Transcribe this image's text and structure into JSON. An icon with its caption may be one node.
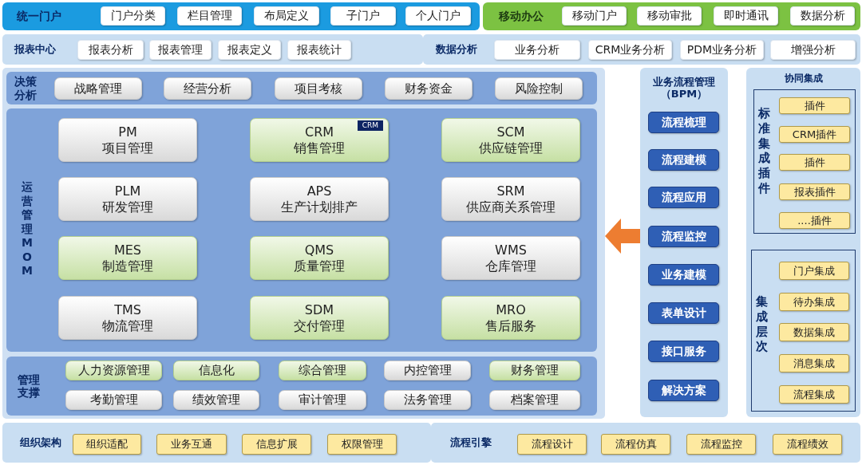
{
  "diagram": {
    "nodes": [
      {
        "text": [
          "统一门户"
        ]
      },
      {
        "text": [
          "门户分类"
        ],
        "in": 0
      },
      {
        "text": [
          "栏目管理"
        ],
        "in": 0
      },
      {
        "text": [
          "布局定义"
        ],
        "in": 0
      },
      {
        "text": [
          "子门户"
        ],
        "in": 0
      },
      {
        "text": [
          "个人门户"
        ],
        "in": 0
      },
      {
        "text": [
          "移动办公"
        ]
      },
      {
        "text": [
          "移动门户"
        ],
        "in": 6
      },
      {
        "text": [
          "移动审批"
        ],
        "in": 6
      },
      {
        "text": [
          "即时通讯"
        ],
        "in": 6
      },
      {
        "text": [
          "数据分析"
        ],
        "in": 6
      },
      {
        "text": [
          "报表中心"
        ]
      },
      {
        "text": [
          "报表分析"
        ],
        "in": 11
      },
      {
        "text": [
          "报表管理"
        ],
        "in": 11
      },
      {
        "text": [
          "报表定义"
        ],
        "in": 11
      },
      {
        "text": [
          "报表统计"
        ],
        "in": 11
      },
      {
        "text": [
          "数据分析"
        ]
      },
      {
        "text": [
          "业务分析"
        ],
        "in": 16
      },
      {
        "text": [
          "CRM业务分析"
        ],
        "in": 16
      },
      {
        "text": [
          "PDM业务分析"
        ],
        "in": 16
      },
      {
        "text": [
          "增强分析"
        ],
        "in": 16
      },
      {
        "text": [],
        "shape": "box"
      },
      {
        "text": [
          "决策分析"
        ],
        "in": 21
      },
      {
        "text": [
          "战略管理"
        ],
        "in": 22
      },
      {
        "text": [
          "经营分析"
        ],
        "in": 22
      },
      {
        "text": [
          "项目考核"
        ],
        "in": 22
      },
      {
        "text": [
          "财务资金"
        ],
        "in": 22
      },
      {
        "text": [
          "风险控制"
        ],
        "in": 22
      },
      {
        "text": [
          "运营管理MOM"
        ],
        "in": 21
      },
      {
        "text": [
          "PM",
          "项目管理"
        ],
        "in": 28
      },
      {
        "text": [
          "CRM",
          "销售管理",
          "CRM"
        ],
        "in": 28
      },
      {
        "text": [
          "SCM",
          "供应链管理"
        ],
        "in": 28
      },
      {
        "text": [
          "PLM",
          "研发管理"
        ],
        "in": 28
      },
      {
        "text": [
          "APS",
          "生产计划排产"
        ],
        "in": 28
      },
      {
        "text": [
          "SRM",
          "供应商关系管理"
        ],
        "in": 28
      },
      {
        "text": [
          "MES",
          "制造管理"
        ],
        "in": 28
      },
      {
        "text": [
          "QMS",
          "质量管理"
        ],
        "in": 28
      },
      {
        "text": [
          "WMS",
          "仓库管理"
        ],
        "in": 28
      },
      {
        "text": [
          "TMS",
          "物流管理"
        ],
        "in": 28
      },
      {
        "text": [
          "SDM",
          "交付管理"
        ],
        "in": 28
      },
      {
        "text": [
          "MRO",
          "售后服务"
        ],
        "in": 28
      },
      {
        "text": [
          "管理支撑"
        ],
        "in": 21
      },
      {
        "text": [
          "人力资源管理"
        ],
        "in": 41
      },
      {
        "text": [
          "信息化"
        ],
        "in": 41
      },
      {
        "text": [
          "综合管理"
        ],
        "in": 41
      },
      {
        "text": [
          "内控管理"
        ],
        "in": 41
      },
      {
        "text": [
          "财务管理"
        ],
        "in": 41
      },
      {
        "text": [
          "考勤管理"
        ],
        "in": 41
      },
      {
        "text": [
          "绩效管理"
        ],
        "in": 41
      },
      {
        "text": [
          "审计管理"
        ],
        "in": 41
      },
      {
        "text": [
          "法务管理"
        ],
        "in": 41
      },
      {
        "text": [
          "档案管理"
        ],
        "in": 41
      },
      {
        "text": [
          "业务流程管理（BPM）"
        ]
      },
      {
        "text": [
          "流程梳理"
        ],
        "in": 52
      },
      {
        "text": [
          "流程建模"
        ],
        "in": 52
      },
      {
        "text": [
          "流程应用"
        ],
        "in": 52
      },
      {
        "text": [
          "流程监控"
        ],
        "in": 52
      },
      {
        "text": [
          "业务建模"
        ],
        "in": 52
      },
      {
        "text": [
          "表单设计"
        ],
        "in": 52
      },
      {
        "text": [
          "接口服务"
        ],
        "in": 52
      },
      {
        "text": [
          "解决方案"
        ],
        "in": 52
      },
      {
        "text": [
          "协同集成"
        ]
      },
      {
        "text": [
          "标准集成插件"
        ],
        "in": 61
      },
      {
        "text": [
          "插件"
        ],
        "in": 62
      },
      {
        "text": [
          "CRM插件"
        ],
        "in": 62
      },
      {
        "text": [
          "插件"
        ],
        "in": 62
      },
      {
        "text": [
          "报表插件"
        ],
        "in": 62
      },
      {
        "text": [
          "....插件"
        ],
        "in": 62
      },
      {
        "text": [
          "集成层次"
        ],
        "in": 61
      },
      {
        "text": [
          "门户集成"
        ],
        "in": 68
      },
      {
        "text": [
          "待办集成"
        ],
        "in": 68
      },
      {
        "text": [
          "数据集成"
        ],
        "in": 68
      },
      {
        "text": [
          "消息集成"
        ],
        "in": 68
      },
      {
        "text": [
          "流程集成"
        ],
        "in": 68
      },
      {
        "text": [
          "组织架构"
        ]
      },
      {
        "text": [
          "组织适配"
        ],
        "in": 74
      },
      {
        "text": [
          "业务互通"
        ],
        "in": 74
      },
      {
        "text": [
          "信息扩展"
        ],
        "in": 74
      },
      {
        "text": [
          "权限管理"
        ],
        "in": 74
      },
      {
        "text": [
          "流程引擎"
        ]
      },
      {
        "text": [
          "流程设计"
        ],
        "in": 79
      },
      {
        "text": [
          "流程仿真"
        ],
        "in": 79
      },
      {
        "text": [
          "流程监控"
        ],
        "in": 79
      },
      {
        "text": [
          "流程绩效"
        ],
        "in": 79
      }
    ],
    "edges": [
      {
        "from": 52,
        "to": 21,
        "arrow": "to",
        "color": "#ed7d31"
      }
    ]
  }
}
